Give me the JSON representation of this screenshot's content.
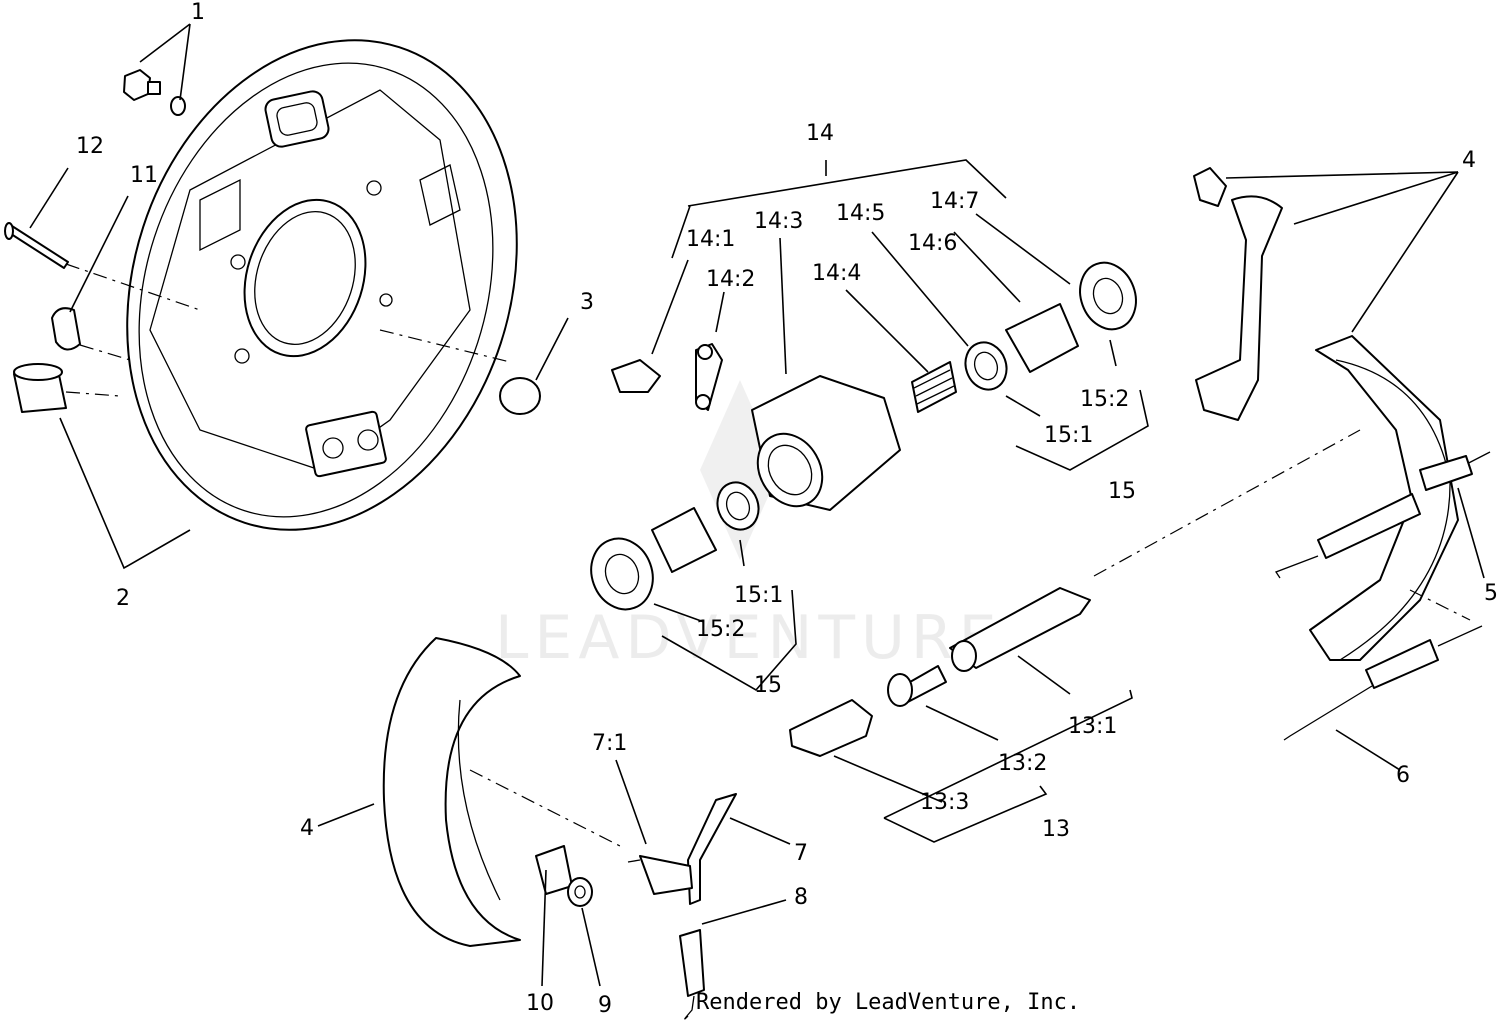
{
  "diagram": {
    "watermark": "LEADVENTURE",
    "credit": "Rendered by LeadVenture, Inc.",
    "callouts": {
      "c1": "1",
      "c2": "2",
      "c3": "3",
      "c4a": "4",
      "c4b": "4",
      "c5": "5",
      "c6": "6",
      "c7": "7",
      "c7_1": "7:1",
      "c8": "8",
      "c9": "9",
      "c10": "10",
      "c11": "11",
      "c12": "12",
      "c13": "13",
      "c13_1": "13:1",
      "c13_2": "13:2",
      "c13_3": "13:3",
      "c14": "14",
      "c14_1": "14:1",
      "c14_2": "14:2",
      "c14_3": "14:3",
      "c14_4": "14:4",
      "c14_5": "14:5",
      "c14_6": "14:6",
      "c14_7": "14:7",
      "c15a": "15",
      "c15b": "15",
      "c15_1a": "15:1",
      "c15_1b": "15:1",
      "c15_2a": "15:2",
      "c15_2b": "15:2"
    }
  }
}
